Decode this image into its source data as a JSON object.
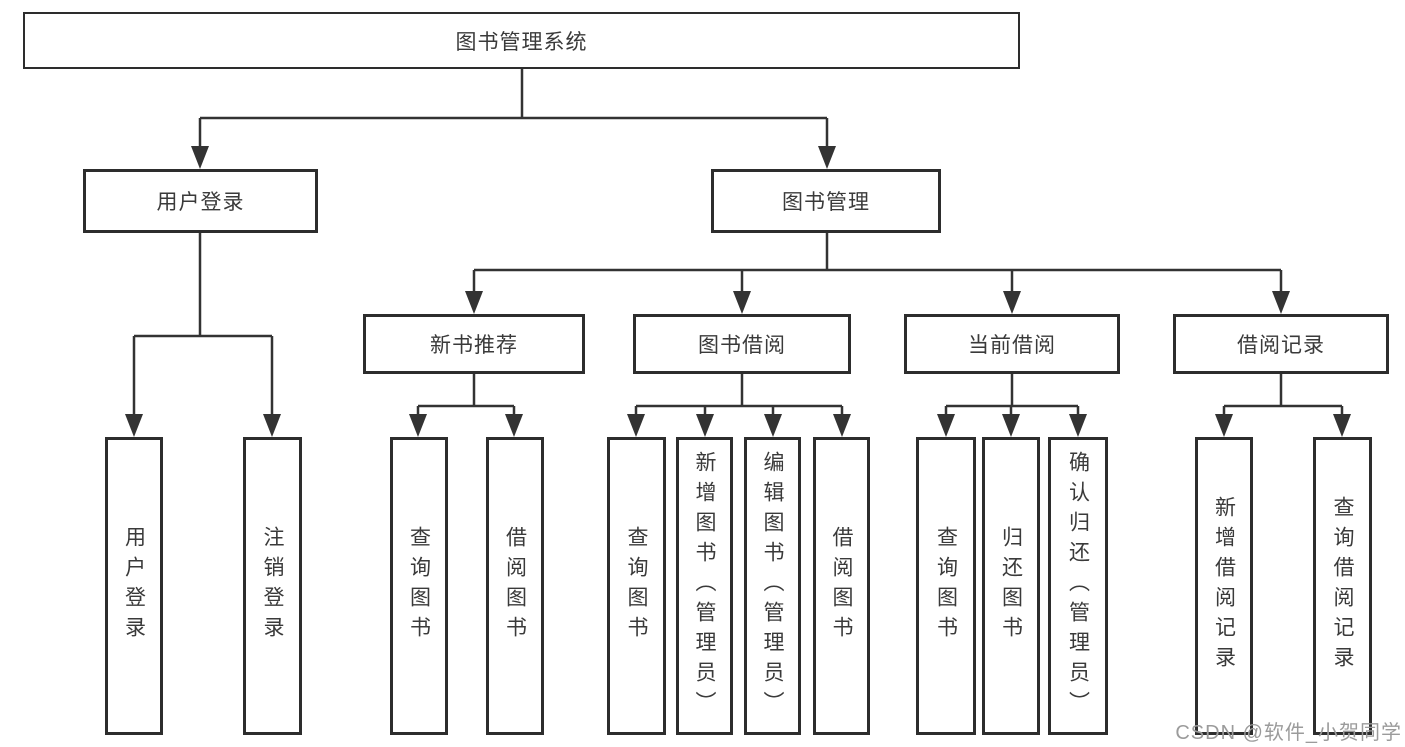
{
  "diagram": {
    "type": "tree",
    "title": "图书管理系统",
    "root_id": "root",
    "nodes": {
      "root": {
        "label": "图书管理系统",
        "children": [
          "user_login_module",
          "book_management"
        ]
      },
      "user_login_module": {
        "label": "用户登录",
        "children": [
          "leaf_user_login",
          "leaf_logout"
        ]
      },
      "book_management": {
        "label": "图书管理",
        "children": [
          "new_book_recommend",
          "book_borrow",
          "current_borrow",
          "borrow_records"
        ]
      },
      "new_book_recommend": {
        "label": "新书推荐",
        "children": [
          "leaf_nb_query",
          "leaf_nb_borrow"
        ]
      },
      "book_borrow": {
        "label": "图书借阅",
        "children": [
          "leaf_bb_query",
          "leaf_bb_add",
          "leaf_bb_edit",
          "leaf_bb_borrow"
        ]
      },
      "current_borrow": {
        "label": "当前借阅",
        "children": [
          "leaf_cb_query",
          "leaf_cb_return",
          "leaf_cb_confirm"
        ]
      },
      "borrow_records": {
        "label": "借阅记录",
        "children": [
          "leaf_br_add",
          "leaf_br_query"
        ]
      },
      "leaf_user_login": {
        "label": "用户登录"
      },
      "leaf_logout": {
        "label": "注销登录"
      },
      "leaf_nb_query": {
        "label": "查询图书"
      },
      "leaf_nb_borrow": {
        "label": "借阅图书"
      },
      "leaf_bb_query": {
        "label": "查询图书"
      },
      "leaf_bb_add": {
        "label": "新增图书（管理员）"
      },
      "leaf_bb_edit": {
        "label": "编辑图书（管理员）"
      },
      "leaf_bb_borrow": {
        "label": "借阅图书"
      },
      "leaf_cb_query": {
        "label": "查询图书"
      },
      "leaf_cb_return": {
        "label": "归还图书"
      },
      "leaf_cb_confirm": {
        "label": "确认归还（管理员）"
      },
      "leaf_br_add": {
        "label": "新增借阅记录"
      },
      "leaf_br_query": {
        "label": "查询借阅记录"
      }
    },
    "colors": {
      "line": "#333333",
      "box_border": "#2d2d2d",
      "text": "#3a3a3a",
      "background": "#ffffff",
      "watermark": "#9b9b9b"
    }
  },
  "watermark": {
    "text": "CSDN @软件_小贺同学"
  }
}
